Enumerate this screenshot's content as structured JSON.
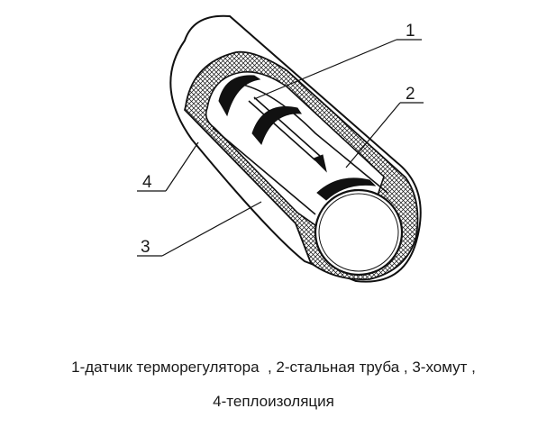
{
  "callouts": {
    "c1": "1",
    "c2": "2",
    "c3": "3",
    "c4": "4"
  },
  "caption": {
    "line1": "1-датчик терморегулятора  , 2-стальная труба , 3-хомут ,",
    "line2": "4-теплоизоляция"
  }
}
